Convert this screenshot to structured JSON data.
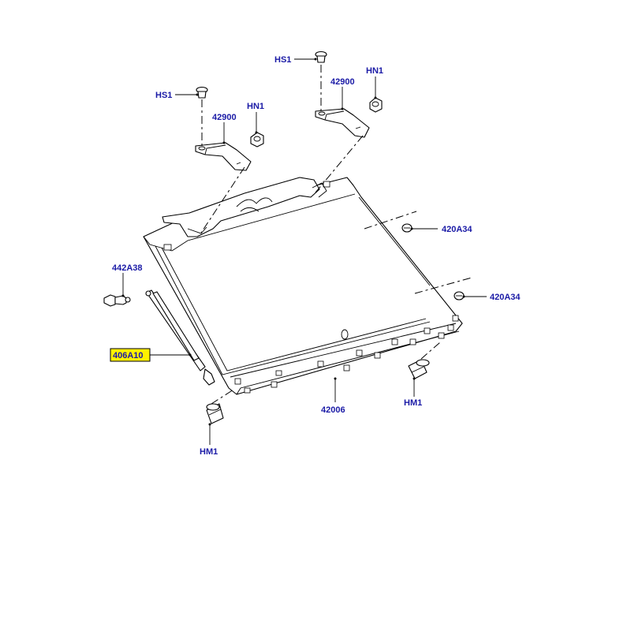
{
  "labels": {
    "hs1_left": "HS1",
    "hs1_right": "HS1",
    "hn1_left": "HN1",
    "hn1_right": "HN1",
    "bracket_left": "42900",
    "bracket_right": "42900",
    "nut_upper": "420A34",
    "nut_lower": "420A34",
    "ball_stud": "442A38",
    "gas_strut": "406A10",
    "glass": "42006",
    "bumper_left": "HM1",
    "bumper_right": "HM1"
  },
  "highlight": {
    "part": "406A10",
    "color": "#fff200"
  },
  "colors": {
    "label": "#1a1aa6",
    "line": "#000000"
  }
}
